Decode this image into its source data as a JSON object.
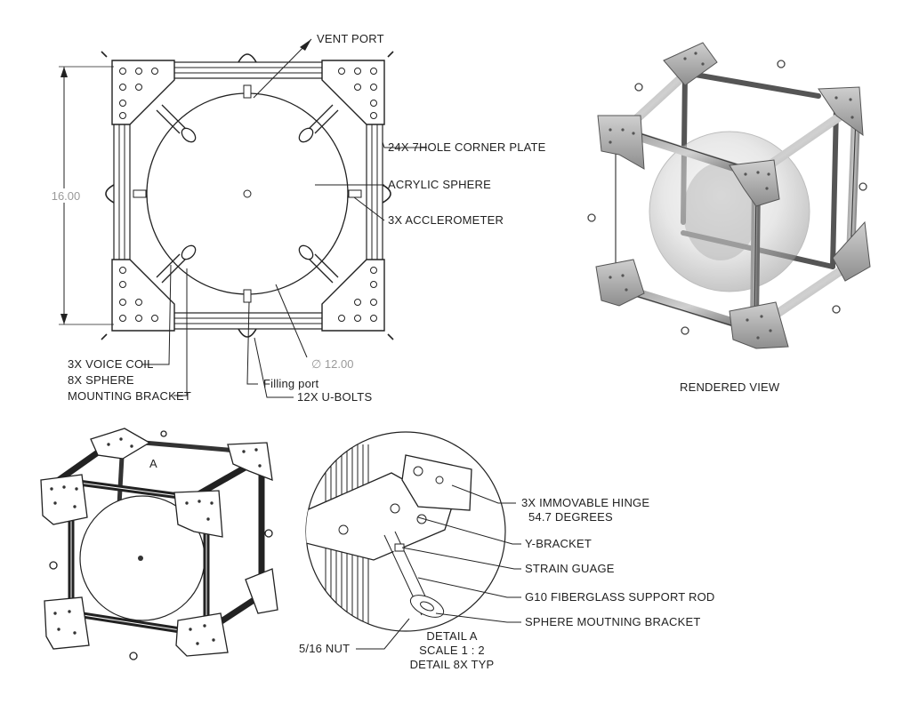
{
  "labels": {
    "vent_port": "VENT PORT",
    "corner_plate": "24X 7HOLE CORNER PLATE",
    "acrylic_sphere": "ACRYLIC SPHERE",
    "accelerometer": "3X ACCLEROMETER",
    "voice_coil": "3X VOICE COIL",
    "sphere_bracket_line1": "8X SPHERE",
    "sphere_bracket_line2": "MOUNTING BRACKET",
    "filling_port": "Filling port",
    "u_bolts": "12X U-BOLTS",
    "rendered_view": "RENDERED VIEW",
    "detail_callout": "A",
    "immovable_hinge_line1": "3X IMMOVABLE HINGE",
    "immovable_hinge_line2": "54.7 DEGREES",
    "y_bracket": "Y-BRACKET",
    "strain_gauge": "STRAIN GUAGE",
    "support_rod": "G10 FIBERGLASS SUPPORT ROD",
    "sphere_mounting_bracket": "SPHERE MOUTNING BRACKET",
    "nut": "5/16 NUT",
    "detail_line1": "DETAIL A",
    "detail_line2": "SCALE 1 : 2",
    "detail_line3": "DETAIL 8X TYP"
  },
  "dimensions": {
    "height": "16.00",
    "sphere_diameter": "∅ 12.00"
  }
}
